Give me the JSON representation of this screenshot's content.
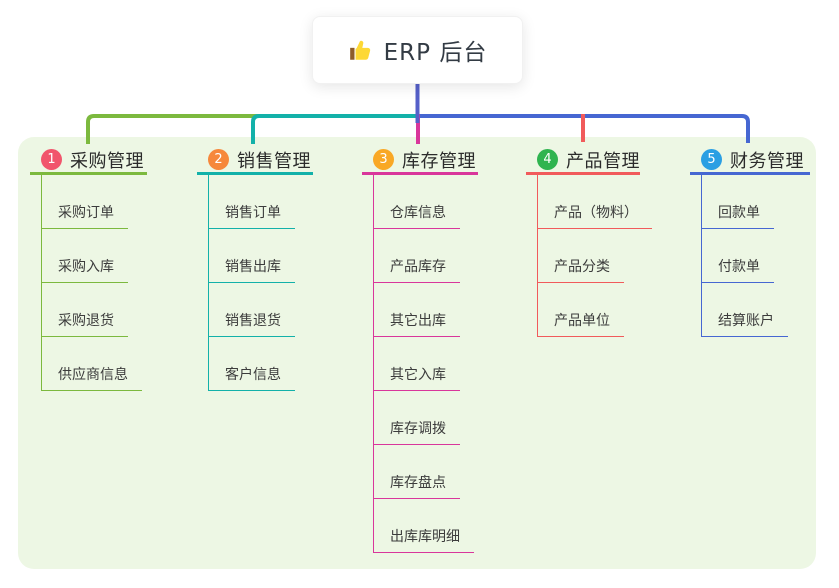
{
  "root": {
    "title": "ERP 后台",
    "icon": "thumbs-up"
  },
  "colors": {
    "panel_bg": "#EDF7E4",
    "root_line": "#5560C9",
    "thumb_hand": "#FDD835",
    "thumb_cuff": "#8D5C2A"
  },
  "branches": [
    {
      "number": "1",
      "title": "采购管理",
      "line_color": "#7CB93E",
      "badge_color": "#F1556C",
      "items": [
        "采购订单",
        "采购入库",
        "采购退货",
        "供应商信息"
      ]
    },
    {
      "number": "2",
      "title": "销售管理",
      "line_color": "#13B1A9",
      "badge_color": "#F6883B",
      "items": [
        "销售订单",
        "销售出库",
        "销售退货",
        "客户信息"
      ]
    },
    {
      "number": "3",
      "title": "库存管理",
      "line_color": "#D9369B",
      "badge_color": "#F9A825",
      "items": [
        "仓库信息",
        "产品库存",
        "其它出库",
        "其它入库",
        "库存调拨",
        "库存盘点",
        "出库库明细"
      ]
    },
    {
      "number": "4",
      "title": "产品管理",
      "line_color": "#F15B5B",
      "badge_color": "#2FB44F",
      "items": [
        "产品（物料）",
        "产品分类",
        "产品单位"
      ]
    },
    {
      "number": "5",
      "title": "财务管理",
      "line_color": "#4667D2",
      "badge_color": "#2B9FE3",
      "items": [
        "回款单",
        "付款单",
        "结算账户"
      ]
    }
  ]
}
